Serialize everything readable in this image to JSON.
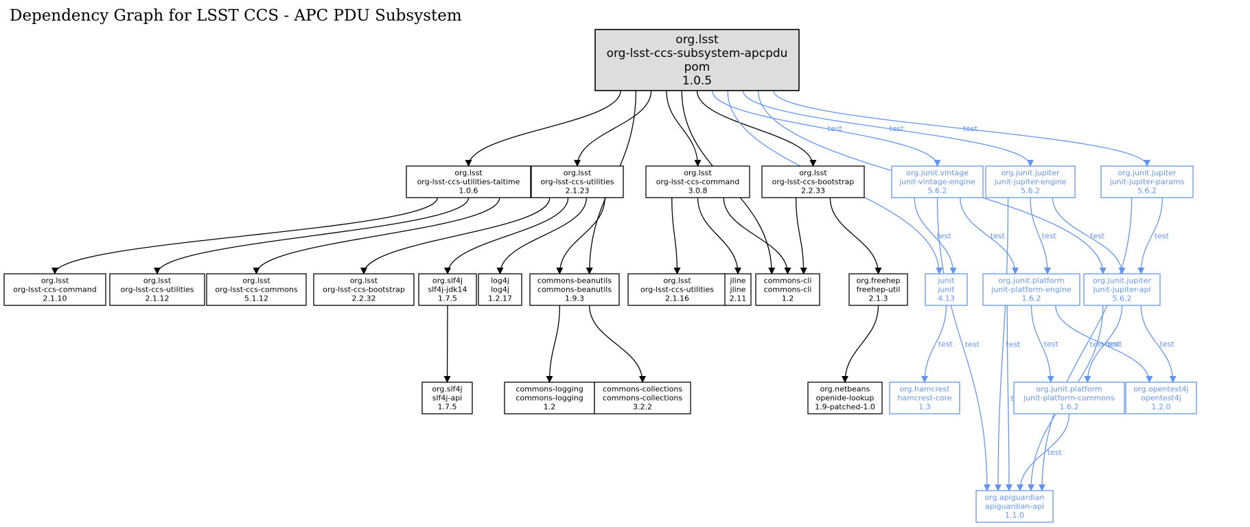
{
  "title": "Dependency Graph for LSST CCS - APC PDU Subsystem",
  "colors": {
    "default": "#000000",
    "test": "#6495ed",
    "root_fill": "#dddddd"
  },
  "nodes": [
    {
      "id": "root",
      "style": "root",
      "lines": [
        "org.lsst",
        "org-lsst-ccs-subsystem-apcpdu",
        "pom",
        "1.0.5"
      ]
    },
    {
      "id": "taitime",
      "style": "default",
      "lines": [
        "org.lsst",
        "org-lsst-ccs-utilities-taitime",
        "1.0.6"
      ]
    },
    {
      "id": "util2123",
      "style": "default",
      "lines": [
        "org.lsst",
        "org-lsst-ccs-utilities",
        "2.1.23"
      ]
    },
    {
      "id": "cmd308",
      "style": "default",
      "lines": [
        "org.lsst",
        "org-lsst-ccs-command",
        "3.0.8"
      ]
    },
    {
      "id": "boot2233",
      "style": "default",
      "lines": [
        "org.lsst",
        "org-lsst-ccs-bootstrap",
        "2.2.33"
      ]
    },
    {
      "id": "vintage",
      "style": "test",
      "lines": [
        "org.junit.vintage",
        "junit-vintage-engine",
        "5.6.2"
      ]
    },
    {
      "id": "jupeng",
      "style": "test",
      "lines": [
        "org.junit.jupiter",
        "junit-jupiter-engine",
        "5.6.2"
      ]
    },
    {
      "id": "jupparams",
      "style": "test",
      "lines": [
        "org.junit.jupiter",
        "junit-jupiter-params",
        "5.6.2"
      ]
    },
    {
      "id": "cmd2110",
      "style": "default",
      "lines": [
        "org.lsst",
        "org-lsst-ccs-command",
        "2.1.10"
      ]
    },
    {
      "id": "util2112",
      "style": "default",
      "lines": [
        "org.lsst",
        "org-lsst-ccs-utilities",
        "2.1.12"
      ]
    },
    {
      "id": "commons5112",
      "style": "default",
      "lines": [
        "org.lsst",
        "org-lsst-ccs-commons",
        "5.1.12"
      ]
    },
    {
      "id": "boot2232",
      "style": "default",
      "lines": [
        "org.lsst",
        "org-lsst-ccs-bootstrap",
        "2.2.32"
      ]
    },
    {
      "id": "slf4jjdk",
      "style": "default",
      "lines": [
        "org.slf4j",
        "slf4j-jdk14",
        "1.7.5"
      ]
    },
    {
      "id": "log4j",
      "style": "default",
      "lines": [
        "log4j",
        "log4j",
        "1.2.17"
      ]
    },
    {
      "id": "beanutils",
      "style": "default",
      "lines": [
        "commons-beanutils",
        "commons-beanutils",
        "1.9.3"
      ]
    },
    {
      "id": "util2116",
      "style": "default",
      "lines": [
        "org.lsst",
        "org-lsst-ccs-utilities",
        "2.1.16"
      ]
    },
    {
      "id": "jline",
      "style": "default",
      "lines": [
        "jline",
        "jline",
        "2.11"
      ]
    },
    {
      "id": "cli",
      "style": "default",
      "lines": [
        "commons-cli",
        "commons-cli",
        "1.2"
      ]
    },
    {
      "id": "freehep",
      "style": "default",
      "lines": [
        "org.freehep",
        "freehep-util",
        "2.1.3"
      ]
    },
    {
      "id": "junit",
      "style": "test",
      "lines": [
        "junit",
        "junit",
        "4.13"
      ]
    },
    {
      "id": "platengine",
      "style": "test",
      "lines": [
        "org.junit.platform",
        "junit-platform-engine",
        "1.6.2"
      ]
    },
    {
      "id": "jupapi",
      "style": "test",
      "lines": [
        "org.junit.jupiter",
        "junit-jupiter-api",
        "5.6.2"
      ]
    },
    {
      "id": "slf4japi",
      "style": "default",
      "lines": [
        "org.slf4j",
        "slf4j-api",
        "1.7.5"
      ]
    },
    {
      "id": "logging",
      "style": "default",
      "lines": [
        "commons-logging",
        "commons-logging",
        "1.2"
      ]
    },
    {
      "id": "collections",
      "style": "default",
      "lines": [
        "commons-collections",
        "commons-collections",
        "3.2.2"
      ]
    },
    {
      "id": "openide",
      "style": "default",
      "lines": [
        "org.netbeans",
        "openide-lookup",
        "1.9-patched-1.0"
      ]
    },
    {
      "id": "hamcrest",
      "style": "test",
      "lines": [
        "org.hamcrest",
        "hamcrest-core",
        "1.3"
      ]
    },
    {
      "id": "platcommons",
      "style": "test",
      "lines": [
        "org.junit.platform",
        "junit-platform-commons",
        "1.6.2"
      ]
    },
    {
      "id": "opentest",
      "style": "test",
      "lines": [
        "org.opentest4j",
        "opentest4j",
        "1.2.0"
      ]
    },
    {
      "id": "apiguardian",
      "style": "test",
      "lines": [
        "org.apiguardian",
        "apiguardian-api",
        "1.1.0"
      ]
    }
  ],
  "edges": [
    {
      "from": "root",
      "to": "taitime",
      "label": "",
      "style": "default"
    },
    {
      "from": "root",
      "to": "util2123",
      "label": "",
      "style": "default"
    },
    {
      "from": "root",
      "to": "beanutils",
      "label": "",
      "style": "default"
    },
    {
      "from": "root",
      "to": "cmd308",
      "label": "",
      "style": "default"
    },
    {
      "from": "root",
      "to": "cli",
      "label": "",
      "style": "default"
    },
    {
      "from": "root",
      "to": "boot2233",
      "label": "",
      "style": "default"
    },
    {
      "from": "root",
      "to": "junit",
      "label": "test",
      "style": "test"
    },
    {
      "from": "root",
      "to": "vintage",
      "label": "test",
      "style": "test"
    },
    {
      "from": "root",
      "to": "jupeng",
      "label": "test",
      "style": "test"
    },
    {
      "from": "root",
      "to": "jupapi",
      "label": "test",
      "style": "test"
    },
    {
      "from": "root",
      "to": "jupparams",
      "label": "test",
      "style": "test"
    },
    {
      "from": "taitime",
      "to": "cmd2110",
      "label": "",
      "style": "default"
    },
    {
      "from": "taitime",
      "to": "util2112",
      "label": "",
      "style": "default"
    },
    {
      "from": "taitime",
      "to": "commons5112",
      "label": "",
      "style": "default"
    },
    {
      "from": "util2123",
      "to": "boot2232",
      "label": "",
      "style": "default"
    },
    {
      "from": "util2123",
      "to": "slf4jjdk",
      "label": "",
      "style": "default"
    },
    {
      "from": "util2123",
      "to": "log4j",
      "label": "",
      "style": "default"
    },
    {
      "from": "util2123",
      "to": "beanutils",
      "label": "",
      "style": "default"
    },
    {
      "from": "cmd308",
      "to": "util2116",
      "label": "",
      "style": "default"
    },
    {
      "from": "cmd308",
      "to": "jline",
      "label": "",
      "style": "default"
    },
    {
      "from": "cmd308",
      "to": "cli",
      "label": "",
      "style": "default"
    },
    {
      "from": "boot2233",
      "to": "cli",
      "label": "",
      "style": "default"
    },
    {
      "from": "boot2233",
      "to": "freehep",
      "label": "",
      "style": "default"
    },
    {
      "from": "slf4jjdk",
      "to": "slf4japi",
      "label": "",
      "style": "default"
    },
    {
      "from": "beanutils",
      "to": "logging",
      "label": "",
      "style": "default"
    },
    {
      "from": "beanutils",
      "to": "collections",
      "label": "",
      "style": "default"
    },
    {
      "from": "freehep",
      "to": "openide",
      "label": "",
      "style": "default"
    },
    {
      "from": "vintage",
      "to": "junit",
      "label": "test",
      "style": "test"
    },
    {
      "from": "vintage",
      "to": "platengine",
      "label": "test",
      "style": "test"
    },
    {
      "from": "vintage",
      "to": "apiguardian",
      "label": "test",
      "style": "test"
    },
    {
      "from": "jupeng",
      "to": "platengine",
      "label": "test",
      "style": "test"
    },
    {
      "from": "jupeng",
      "to": "jupapi",
      "label": "test",
      "style": "test"
    },
    {
      "from": "jupeng",
      "to": "apiguardian",
      "label": "test",
      "style": "test"
    },
    {
      "from": "jupparams",
      "to": "jupapi",
      "label": "test",
      "style": "test"
    },
    {
      "from": "jupparams",
      "to": "apiguardian",
      "label": "test",
      "style": "test"
    },
    {
      "from": "junit",
      "to": "hamcrest",
      "label": "test",
      "style": "test"
    },
    {
      "from": "platengine",
      "to": "platcommons",
      "label": "test",
      "style": "test"
    },
    {
      "from": "platengine",
      "to": "opentest",
      "label": "test",
      "style": "test"
    },
    {
      "from": "platengine",
      "to": "apiguardian",
      "label": "test",
      "style": "test"
    },
    {
      "from": "jupapi",
      "to": "platcommons",
      "label": "test",
      "style": "test"
    },
    {
      "from": "jupapi",
      "to": "opentest",
      "label": "test",
      "style": "test"
    },
    {
      "from": "jupapi",
      "to": "apiguardian",
      "label": "test",
      "style": "test"
    },
    {
      "from": "platcommons",
      "to": "apiguardian",
      "label": "test",
      "style": "test"
    }
  ]
}
